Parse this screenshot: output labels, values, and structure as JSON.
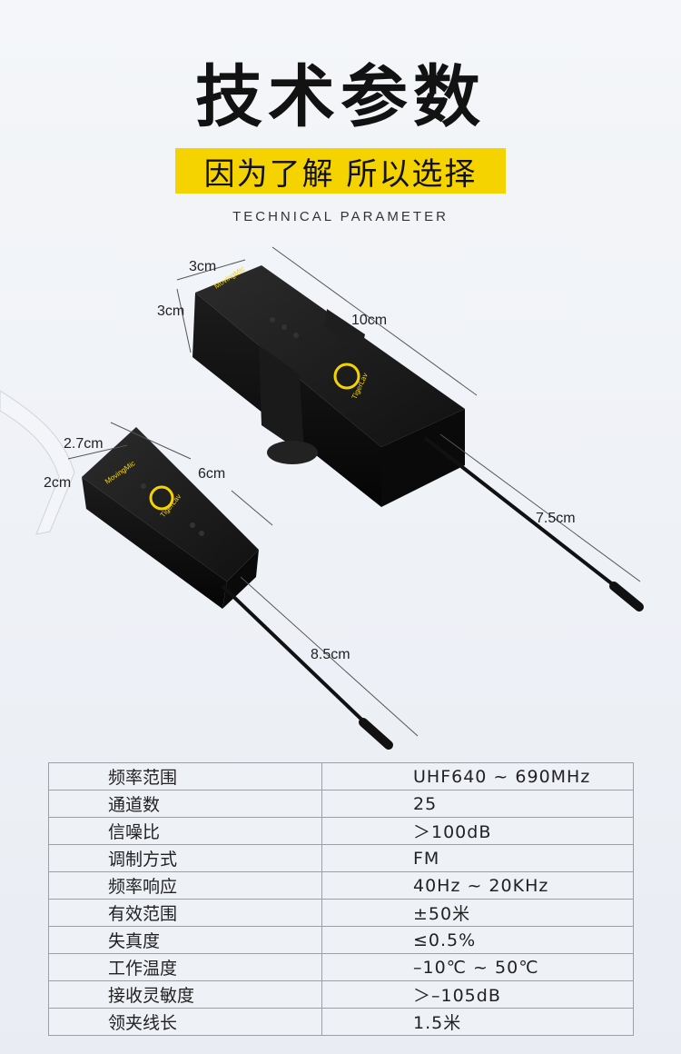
{
  "header": {
    "title": "技术参数",
    "subtitle": "因为了解 所以选择",
    "tagline": "TECHNICAL PARAMETER"
  },
  "receiver": {
    "brand": "MovingMic",
    "logo_text": "TigerLav",
    "dims": {
      "width": "3cm",
      "height": "3cm",
      "length": "10cm",
      "antenna": "7.5cm"
    }
  },
  "transmitter": {
    "brand": "MovingMic",
    "logo_text": "TigerLav",
    "dims": {
      "width": "2.7cm",
      "height": "2cm",
      "length": "6cm",
      "antenna": "8.5cm"
    }
  },
  "colors": {
    "accent_yellow": "#f5d300",
    "device_black": "#121212"
  },
  "specs": [
    {
      "label": "频率范围",
      "value": "UHF640 ~ 690MHz"
    },
    {
      "label": "通道数",
      "value": "25"
    },
    {
      "label": "信噪比",
      "value": "＞100dB"
    },
    {
      "label": "调制方式",
      "value": "FM"
    },
    {
      "label": "频率响应",
      "value": "40Hz ~ 20KHz"
    },
    {
      "label": "有效范围",
      "value": "±50米"
    },
    {
      "label": "失真度",
      "value": "≤0.5%"
    },
    {
      "label": "工作温度",
      "value": "–10℃ ~ 50℃"
    },
    {
      "label": "接收灵敏度",
      "value": "＞–105dB"
    },
    {
      "label": "领夹线长",
      "value": "1.5米"
    }
  ]
}
